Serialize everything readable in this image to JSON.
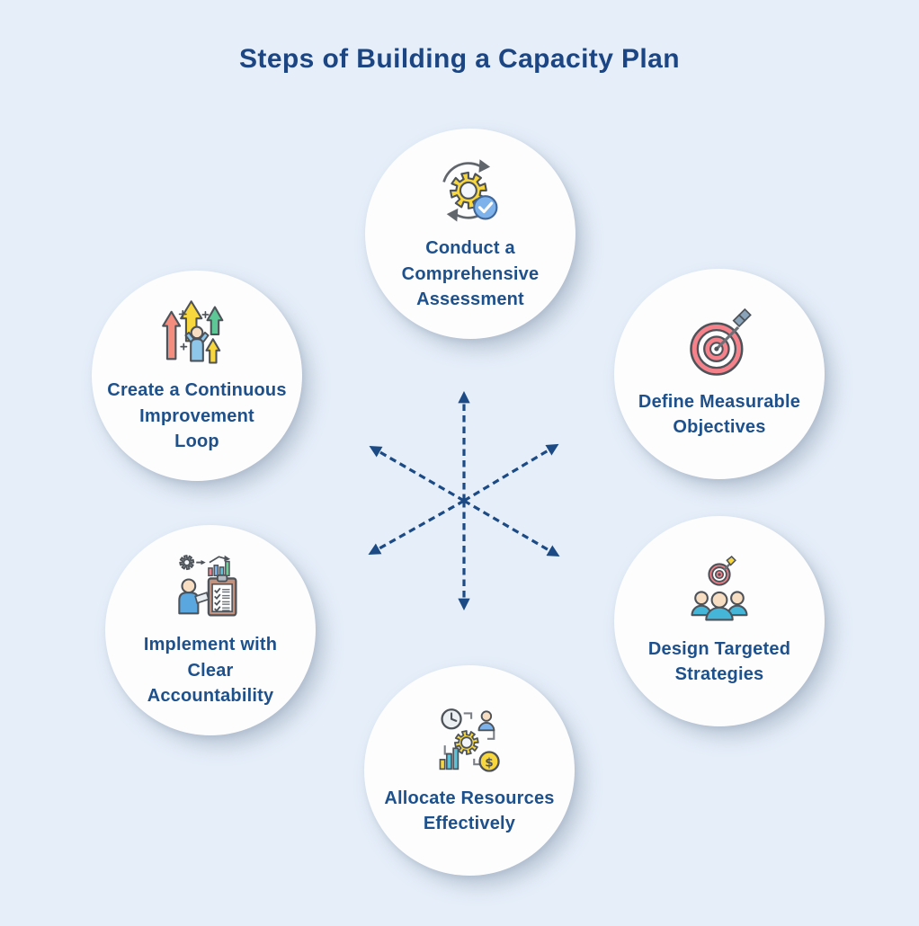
{
  "title": "Steps of Building a Capacity Plan",
  "steps": [
    {
      "id": "assessment",
      "label": "Conduct a\nComprehensive\nAssessment",
      "icon": "gear-sync-check-icon"
    },
    {
      "id": "objectives",
      "label": "Define Measurable\nObjectives",
      "icon": "dartboard-target-icon"
    },
    {
      "id": "strategies",
      "label": "Design Targeted\nStrategies",
      "icon": "team-target-icon"
    },
    {
      "id": "resources",
      "label": "Allocate Resources\nEffectively",
      "icon": "resource-allocation-icon"
    },
    {
      "id": "accountability",
      "label": "Implement with\nClear\nAccountability",
      "icon": "person-checklist-icon"
    },
    {
      "id": "improvement",
      "label": "Create a Continuous\nImprovement\nLoop",
      "icon": "growth-arrows-icon"
    }
  ],
  "colors": {
    "background": "#e5eef9",
    "circle_fill": "#fdfdfe",
    "title_text": "#1b4583",
    "label_text": "#1e518b",
    "arrow": "#1b4a84"
  }
}
